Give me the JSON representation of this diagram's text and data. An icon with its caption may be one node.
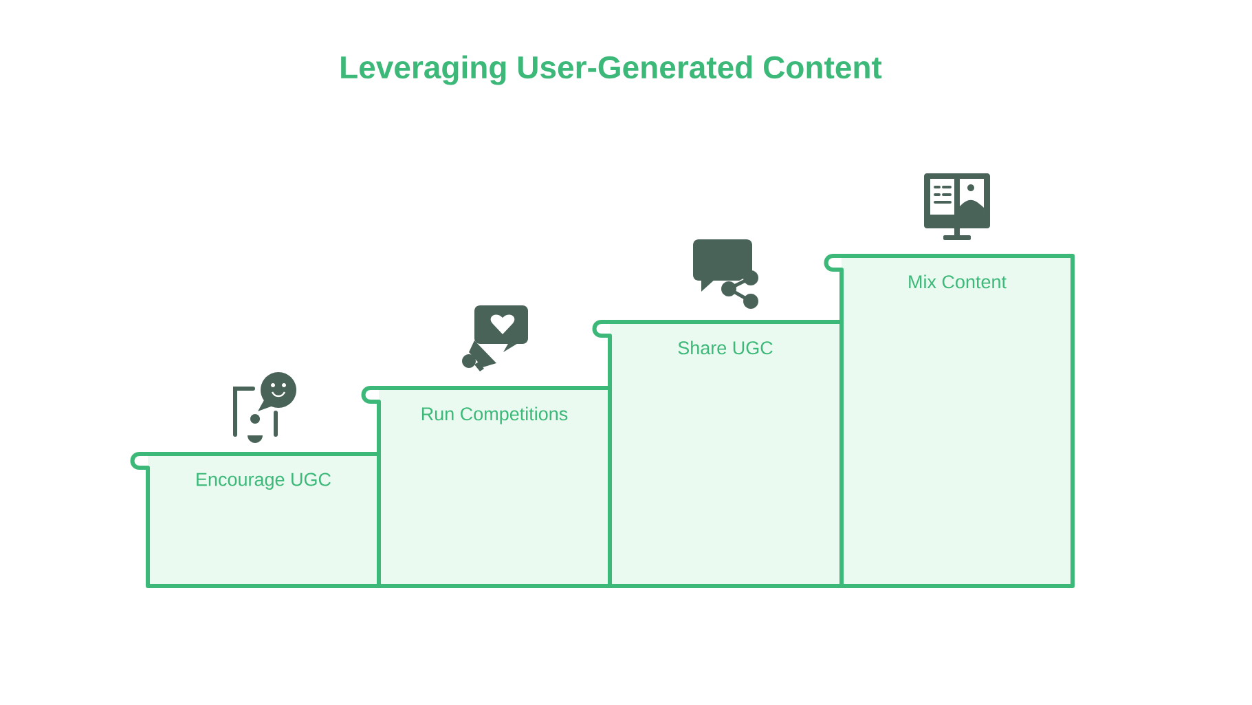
{
  "diagram": {
    "title": "Leveraging User-Generated Content",
    "nodes": [
      {
        "text": [
          "Encourage UGC"
        ]
      },
      {
        "text": [
          "Run Competitions"
        ]
      },
      {
        "text": [
          "Share UGC"
        ]
      },
      {
        "text": [
          "Mix Content"
        ]
      }
    ]
  }
}
